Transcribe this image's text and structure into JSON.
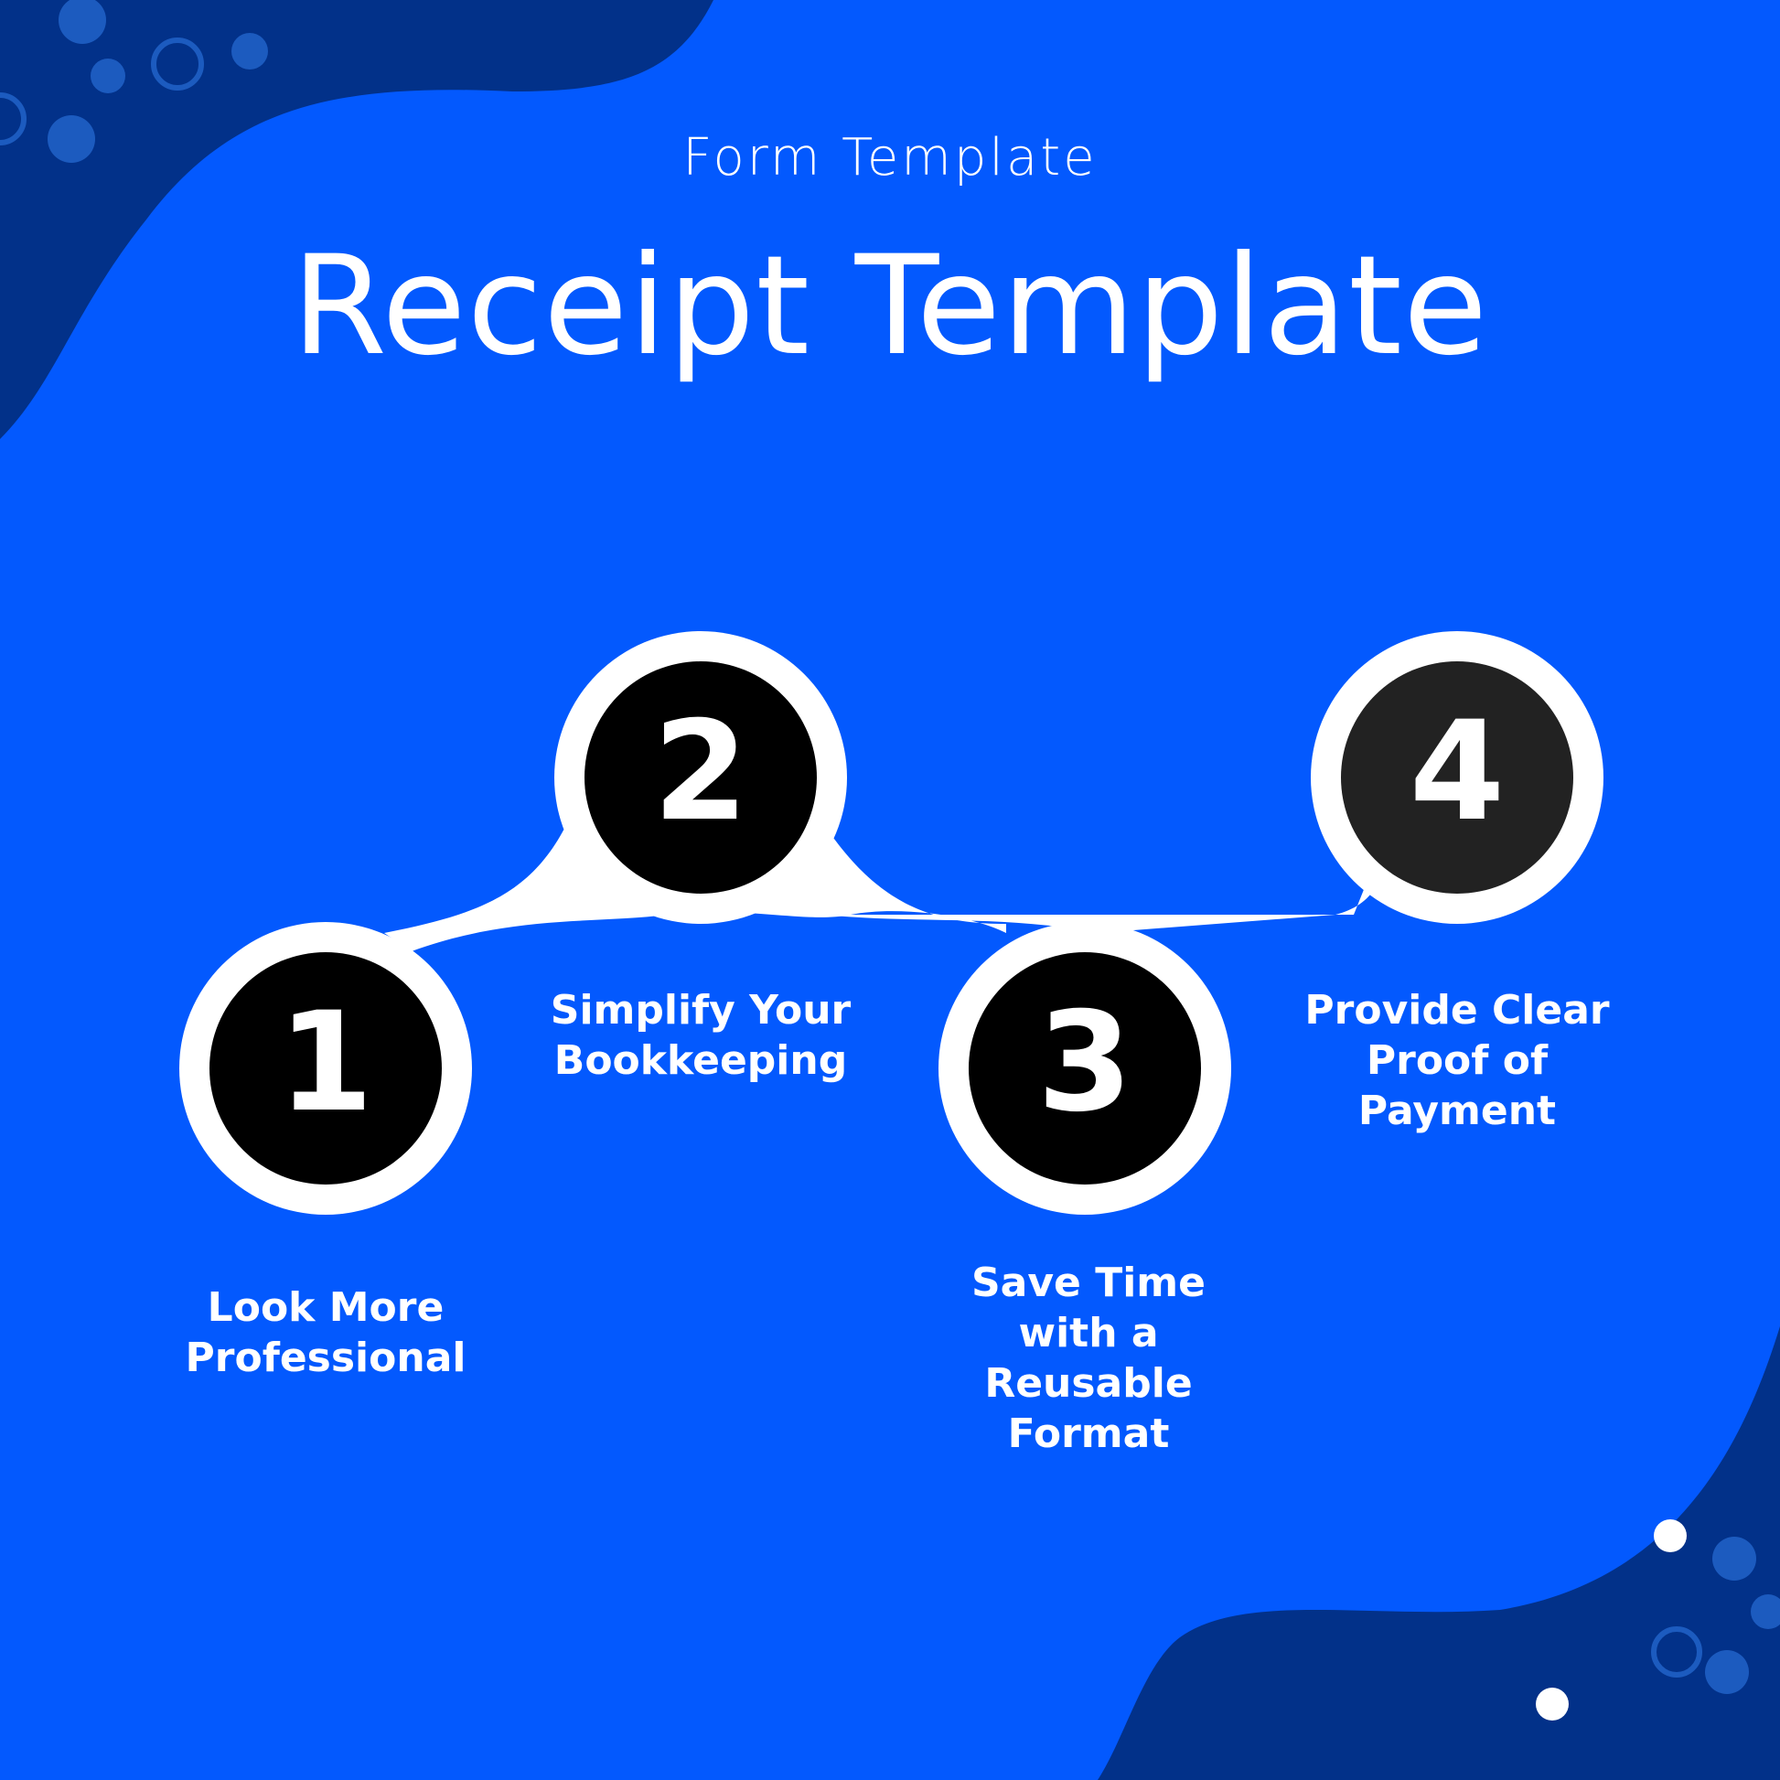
{
  "header": {
    "subtitle": "Form Template",
    "title": "Receipt Template"
  },
  "steps": [
    {
      "number": "1",
      "label": "Look More Professional"
    },
    {
      "number": "2",
      "label": "Simplify Your Bookkeeping"
    },
    {
      "number": "3",
      "label": "Save Time with a Reusable Format"
    },
    {
      "number": "4",
      "label": "Provide Clear Proof of Payment"
    }
  ],
  "colors": {
    "background": "#0359fe",
    "dark_blob": "#023189",
    "dots": "#1c5bbf",
    "circle": "#000000",
    "circle_4": "#222222",
    "text": "#ffffff"
  }
}
